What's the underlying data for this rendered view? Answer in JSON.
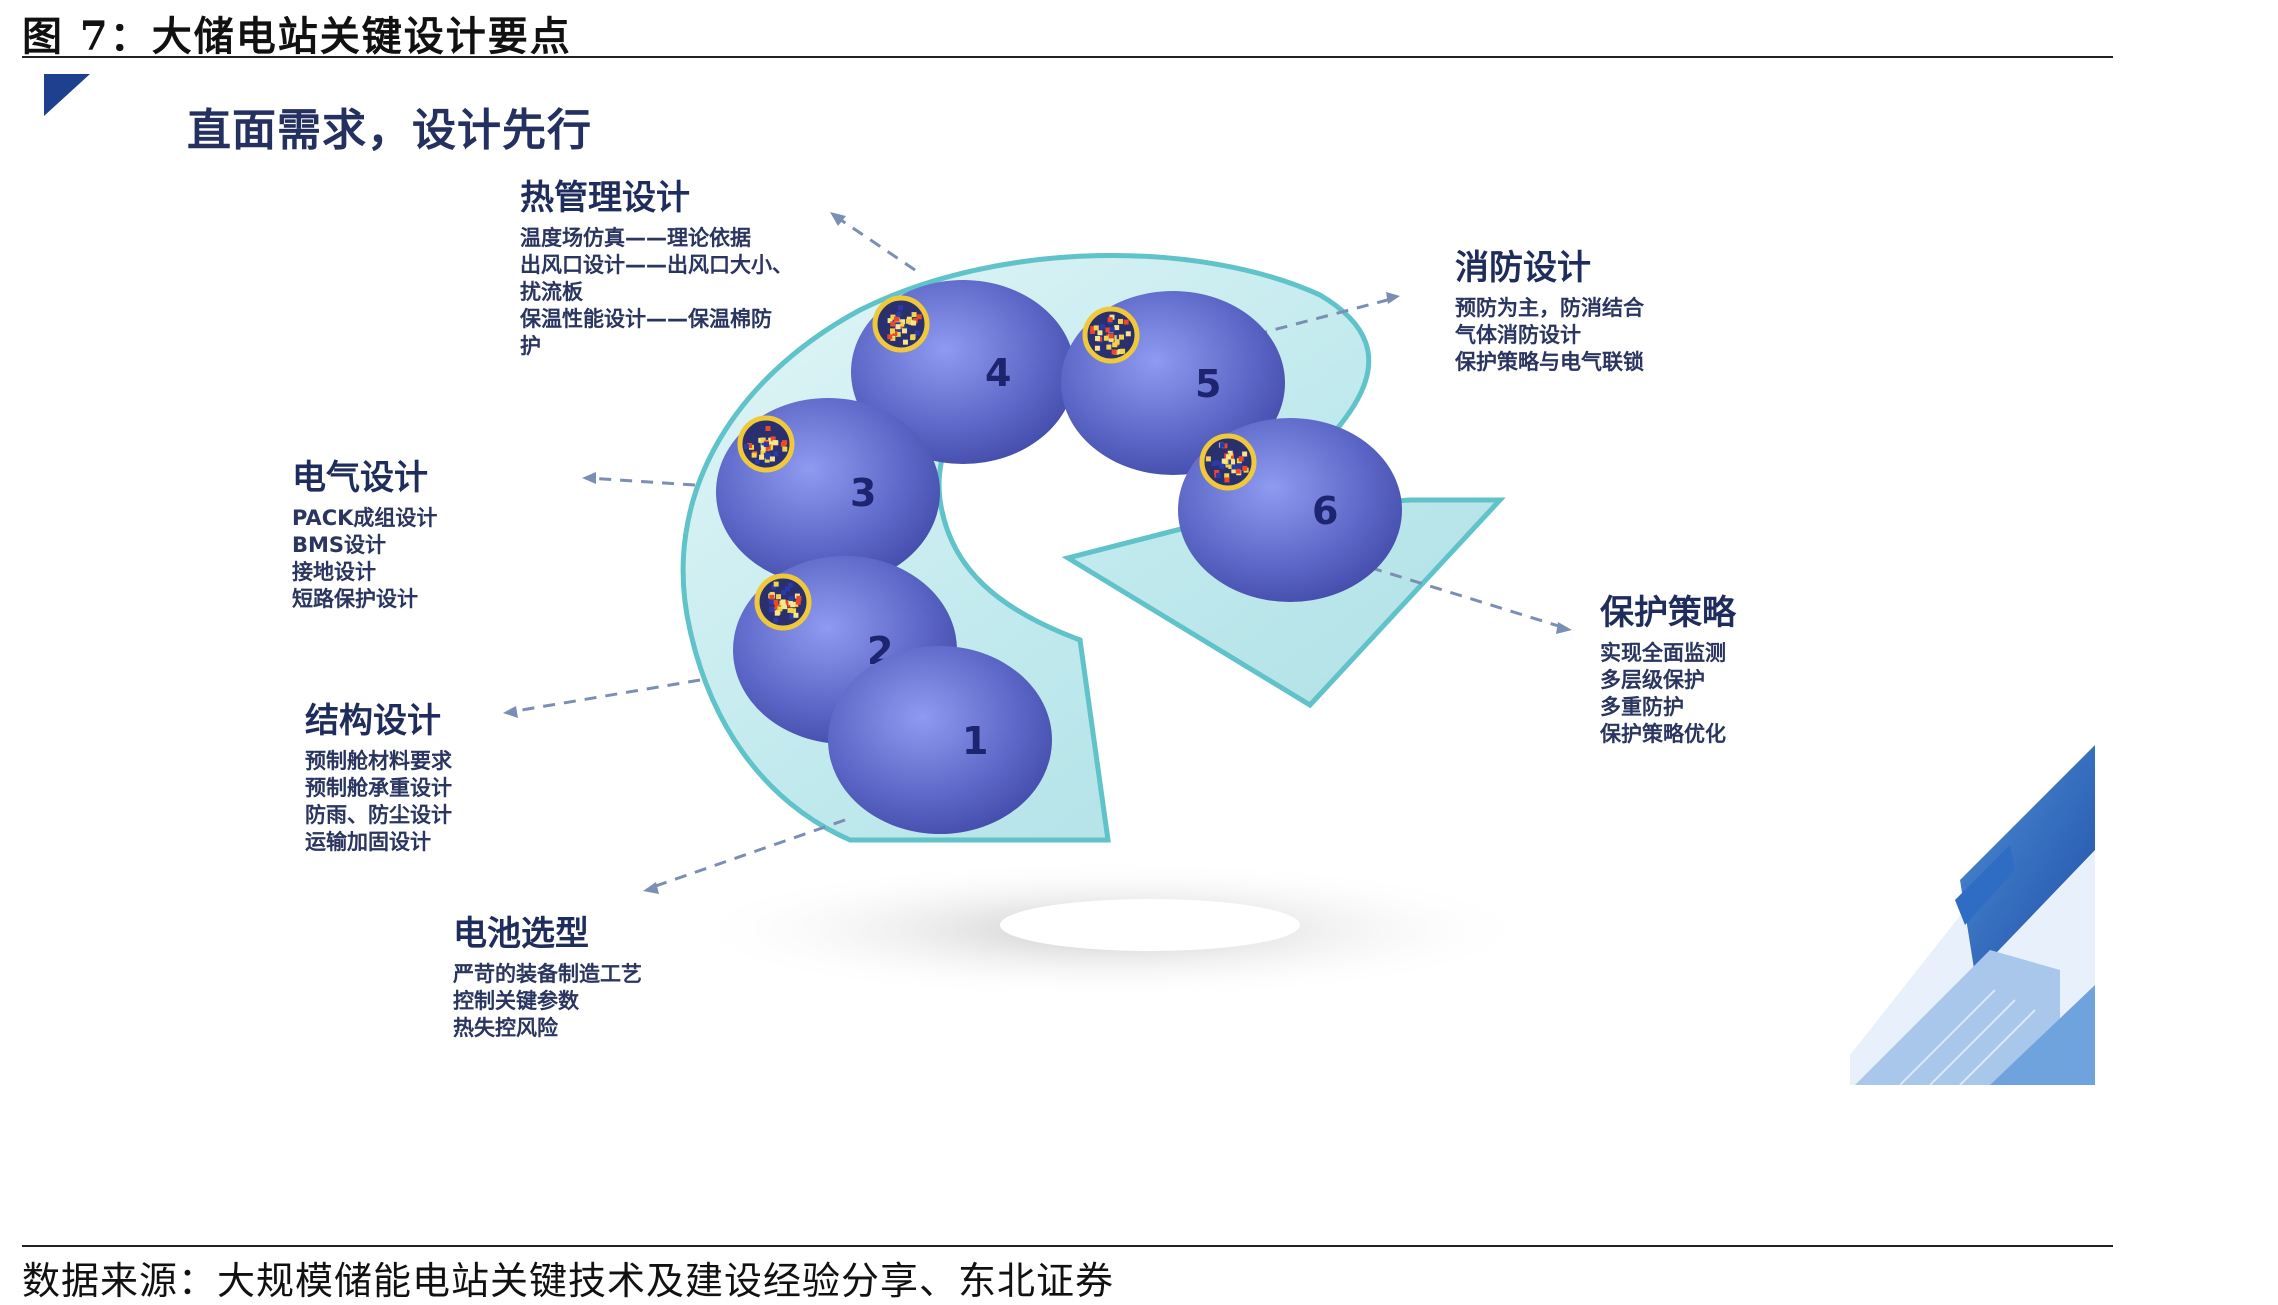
{
  "figure_title": "图 7：大储电站关键设计要点",
  "headline": "直面需求，设计先行",
  "source": "数据来源：大规模储能电站关键技术及建设经验分享、东北证券",
  "colors": {
    "arrow_fill": "#b9e6ea",
    "arrow_stroke": "#5fc3c9",
    "sphere_light": "#8e9bf0",
    "sphere_dark": "#3f48a5",
    "text_dark": "#1f2d5c",
    "accent_blue": "#2d62c8"
  },
  "spheres": [
    {
      "number": "1",
      "textured": false
    },
    {
      "number": "2",
      "textured": true
    },
    {
      "number": "3",
      "textured": true
    },
    {
      "number": "4",
      "textured": true
    },
    {
      "number": "5",
      "textured": true
    },
    {
      "number": "6",
      "textured": true
    }
  ],
  "blocks": {
    "thermal": {
      "title": "热管理设计",
      "lines": [
        "温度场仿真——理论依据",
        "出风口设计——出风口大小、",
        "扰流板",
        "保温性能设计——保温棉防",
        "护"
      ]
    },
    "fire": {
      "title": "消防设计",
      "lines": [
        "预防为主，防消结合",
        "气体消防设计",
        "保护策略与电气联锁"
      ]
    },
    "electrical": {
      "title": "电气设计",
      "lines": [
        "PACK成组设计",
        "BMS设计",
        "接地设计",
        "短路保护设计"
      ]
    },
    "protection": {
      "title": "保护策略",
      "lines": [
        "实现全面监测",
        "多层级保护",
        "多重防护",
        "保护策略优化"
      ]
    },
    "structure": {
      "title": "结构设计",
      "lines": [
        "预制舱材料要求",
        "预制舱承重设计",
        "防雨、防尘设计",
        "运输加固设计"
      ]
    },
    "battery": {
      "title": "电池选型",
      "lines": [
        "严苛的装备制造工艺",
        "控制关键参数",
        "热失控风险"
      ]
    }
  }
}
